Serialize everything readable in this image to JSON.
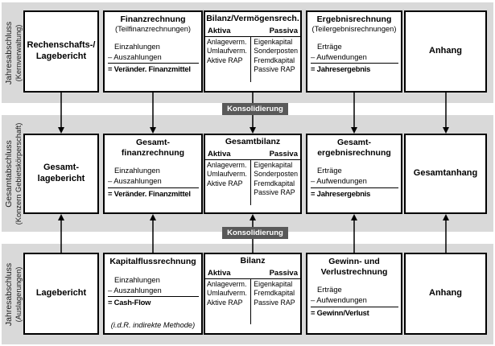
{
  "diagram": {
    "consolidation_label": "Konsolidierung",
    "colors": {
      "band_bg": "#d9d9d9",
      "badge_bg": "#595959",
      "badge_text": "#ffffff",
      "box_bg": "#ffffff",
      "box_border": "#000000"
    },
    "bands": {
      "top": {
        "sidebar_line1": "Jahresabschluss",
        "sidebar_line2": "(Kernverwaltung)",
        "box1": {
          "title": "Rechenschafts-/\nLagebericht"
        },
        "box2": {
          "title": "Finanzrechnung",
          "subtitle": "(Teilfinanzrechnungen)",
          "row_plus": "Einzahlungen",
          "row_minus": "– Auszahlungen",
          "row_equals": "= Veränder. Finanzmittel"
        },
        "box3": {
          "title": "Bilanz/Vermögensrech.",
          "aktiva_header": "Aktiva",
          "passiva_header": "Passiva",
          "aktiva_items": [
            "Anlageverm.",
            "Umlaufverm.",
            "Aktive RAP"
          ],
          "passiva_items": [
            "Eigenkapital",
            "Sonderposten",
            "Fremdkapital",
            "Passive RAP"
          ]
        },
        "box4": {
          "title": "Ergebnisrechnung",
          "subtitle": "(Teilergebnisrechnungen)",
          "row_plus": "Erträge",
          "row_minus": "– Aufwendungen",
          "row_equals": "= Jahresergebnis"
        },
        "box5": {
          "title": "Anhang"
        }
      },
      "middle": {
        "sidebar_line1": "Gesamtabschluss",
        "sidebar_line2": "(Konzern Gebietskörperschaft)",
        "box1": {
          "title": "Gesamt-\nlagebericht"
        },
        "box2": {
          "title": "Gesamt-\nfinanzrechnung",
          "row_plus": "Einzahlungen",
          "row_minus": "– Auszahlungen",
          "row_equals": "= Veränder. Finanzmittel"
        },
        "box3": {
          "title": "Gesamtbilanz",
          "aktiva_header": "Aktiva",
          "passiva_header": "Passiva",
          "aktiva_items": [
            "Anlageverm.",
            "Umlaufverm.",
            "Aktive RAP"
          ],
          "passiva_items": [
            "Eigenkapital",
            "Sonderposten",
            "Fremdkapital",
            "Passive RAP"
          ]
        },
        "box4": {
          "title": "Gesamt-\nergebnisrechnung",
          "row_plus": "Erträge",
          "row_minus": "– Aufwendungen",
          "row_equals": "= Jahresergebnis"
        },
        "box5": {
          "title": "Gesamtanhang"
        }
      },
      "bottom": {
        "sidebar_line1": "Jahresabschluss",
        "sidebar_line2": "(Auslagerungen)",
        "box1": {
          "title": "Lagebericht"
        },
        "box2": {
          "title": "Kapitalflussrechnung",
          "row_plus": "Einzahlungen",
          "row_minus": "– Auszahlungen",
          "row_equals": "= Cash-Flow",
          "footer": "(i.d.R. indirekte Methode)"
        },
        "box3": {
          "title": "Bilanz",
          "aktiva_header": "Aktiva",
          "passiva_header": "Passiva",
          "aktiva_items": [
            "Anlageverm.",
            "Umlaufverm.",
            "Aktive RAP"
          ],
          "passiva_items": [
            "Eigenkapital",
            "Fremdkapital",
            "Passive RAP"
          ]
        },
        "box4": {
          "title": "Gewinn- und\nVerlustrechnung",
          "row_plus": "Erträge",
          "row_minus": "– Aufwendungen",
          "row_equals": "= Gewinn/Verlust"
        },
        "box5": {
          "title": "Anhang"
        }
      }
    }
  }
}
